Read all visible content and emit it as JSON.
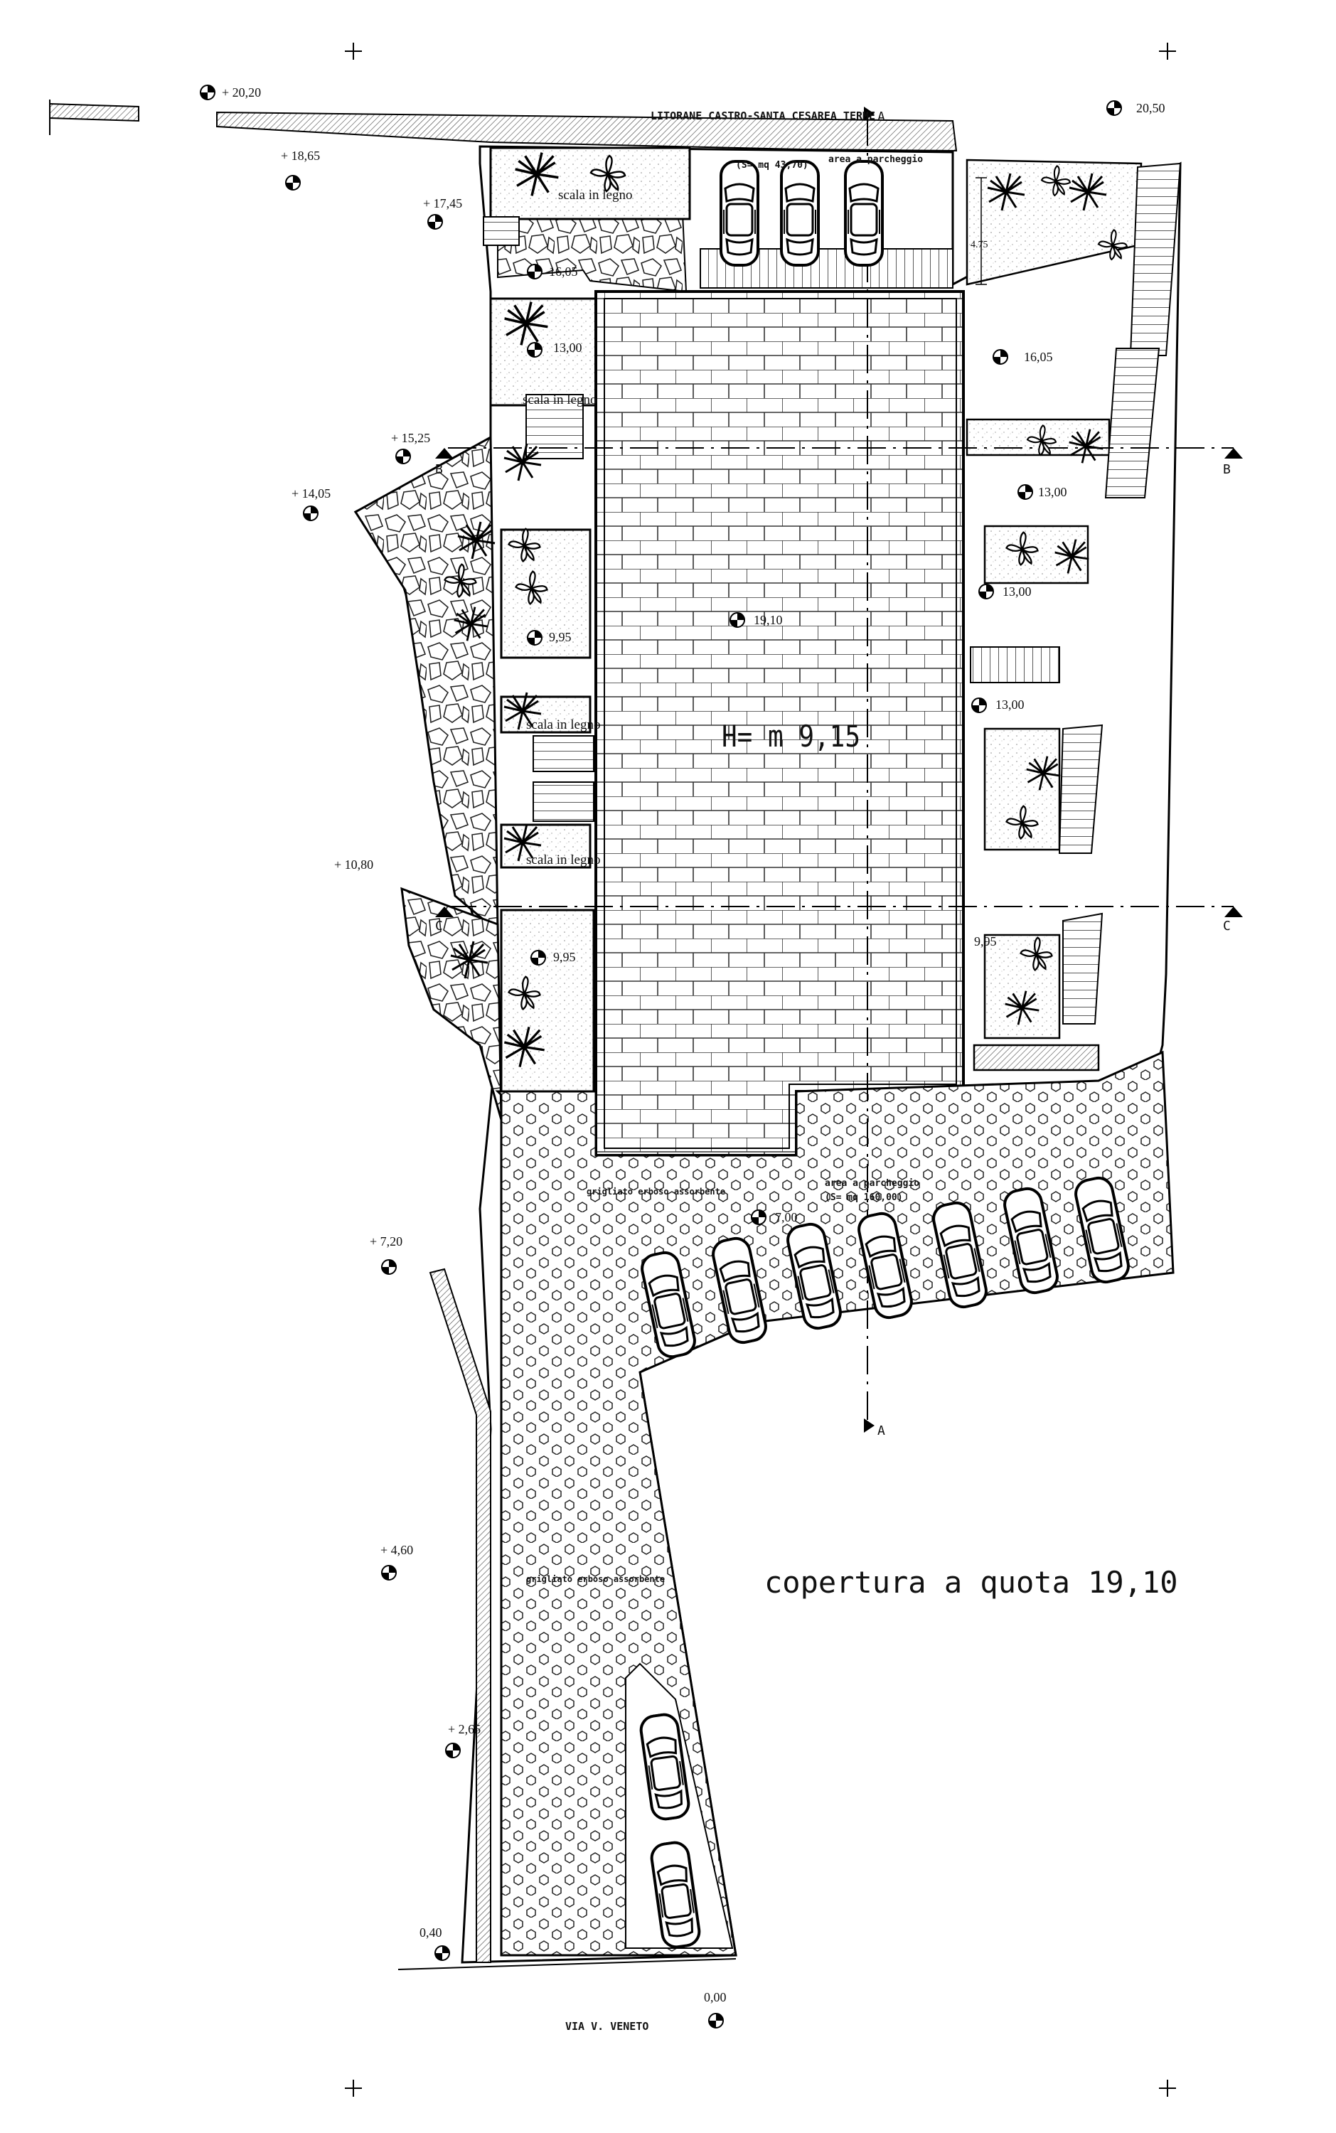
{
  "plan": {
    "road_north": "LITORANE CASTRO-SANTA CESAREA TERME",
    "road_south": "VIA V. VENETO",
    "title": "copertura a quota 19,10",
    "height": "H= m 9,15",
    "section_a": "A",
    "section_b": "B",
    "section_c": "C",
    "parking_top_label": "area a parcheggio",
    "parking_top_area": "(S= mq 43,70)",
    "parking_main_label": "area a parcheggio",
    "parking_main_area": "(S= mq 160,00)",
    "grass_label_1": "grigliato erboso assorbente",
    "grass_label_2": "grigliato erboso assorbente",
    "stair_1": "scala in legno",
    "stair_2": "scala in legno",
    "stair_3": "scala in legno",
    "stair_4": "scala in legno",
    "dim_475": "4.75",
    "elevations": {
      "e2020": "+ 20,20",
      "e2050": "20,50",
      "e1865": "+ 18,65",
      "e1745": "+ 17,45",
      "e1605a": "16,05",
      "e1605b": "16,05",
      "e1300a": "13,00",
      "e1300b": "13,00",
      "e1300c": "13,00",
      "e1300d": "13,00",
      "e1525": "+ 15,25",
      "e1405": "+ 14,05",
      "e1910": "19,10",
      "e995a": "9,95",
      "e995b": "9,95",
      "e995c": "9,95",
      "e1080": "+ 10,80",
      "e700": "7,00",
      "e720": "+ 7,20",
      "e460": "+ 4,60",
      "e265": "+ 2,65",
      "e040": "0,40",
      "e000": "0,00"
    }
  }
}
